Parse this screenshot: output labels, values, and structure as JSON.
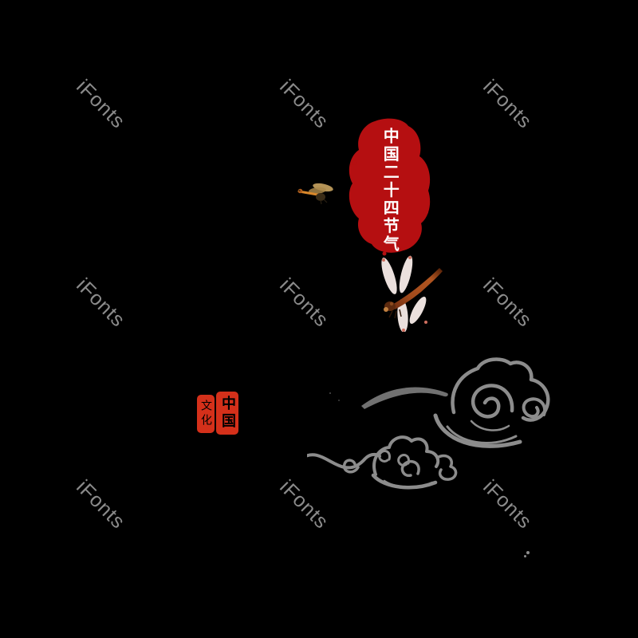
{
  "background_color": "#000000",
  "watermark": {
    "text": "iFonts",
    "color": "#8b8b8b",
    "count": 9,
    "rotation_deg": 45
  },
  "main_seal": {
    "text": "中国二十四节气",
    "background_color": "#b50f11",
    "text_color": "#ffffff"
  },
  "culture_seal": {
    "right_text": "中国",
    "left_text": "文化",
    "background_color": "#d4301a",
    "text_color": "#ffffff"
  },
  "artwork": {
    "cloud_color": "#8c8c8c",
    "ink_stroke_color": "#7d7d7d",
    "speck_color": "#8c8c8c",
    "large_dragonfly_body_color": "#a34b1c",
    "large_dragonfly_wing_color": "#f5e9e6",
    "large_dragonfly_wing_mark_color": "#cf6f5f",
    "small_dragonfly_body_color": "#d9882b",
    "small_dragonfly_wing_color": "#c3a05e"
  }
}
